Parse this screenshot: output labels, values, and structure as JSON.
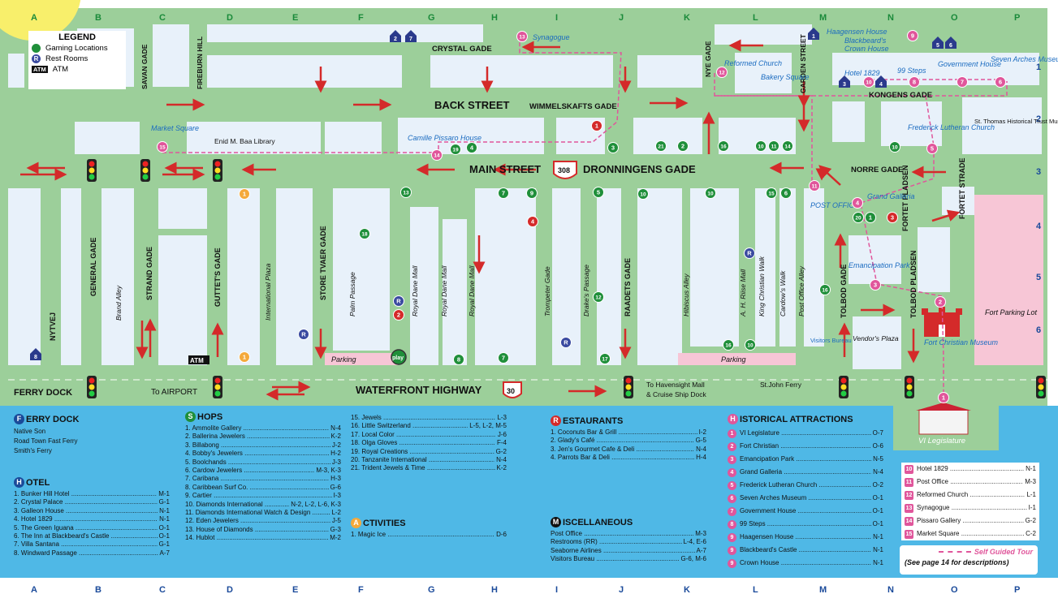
{
  "legend": {
    "title": "LEGEND",
    "items": [
      {
        "icon": "play",
        "label": "Gaming Locations"
      },
      {
        "icon": "R",
        "label": "Rest Rooms"
      },
      {
        "icon": "ATM",
        "label": "ATM"
      }
    ]
  },
  "grid": {
    "columns": [
      "A",
      "B",
      "C",
      "D",
      "E",
      "F",
      "G",
      "H",
      "I",
      "J",
      "K",
      "L",
      "M",
      "N",
      "O",
      "P"
    ],
    "rows": [
      "1",
      "2",
      "3",
      "4",
      "5",
      "6"
    ]
  },
  "streets": {
    "back_street": "BACK STREET",
    "wimmelskafts": "WIMMELSKAFTS GADE",
    "crystal": "CRYSTAL GADE",
    "main_street": "MAIN STREET",
    "dronningens": "DRONNINGENS GADE",
    "route_main": "308",
    "route_waterfront": "30",
    "waterfront": "WATERFRONT HIGHWAY",
    "norre": "NORRE GADE",
    "kongens": "KONGENS GADE",
    "savan": "SAVAN GADE",
    "fireburn": "FIREBURN HILL",
    "nye": "NYE GADE",
    "garden": "GARDEN STREET",
    "nytvej": "NYTVEJ",
    "general": "GENERAL GADE",
    "brand": "Brand Alley",
    "strand": "STRAND GADE",
    "gutters": "GUTTET'S GADE",
    "intl_plaza": "International Plaza",
    "store_tvaer": "STORE TVAER GADE",
    "palm": "Palm Passage",
    "royal_dane": "Royal Dane Mall",
    "trompeter": "Trompeter Gade",
    "drakes": "Drake's Passage",
    "raadets": "RAADETS GADE",
    "hibiscus": "Hibiscus Alley",
    "riise": "A. H. Riise Mall",
    "king_christian": "King Christian Walk",
    "cardows": "Cardow's Walk",
    "post_office_alley": "Post Office Alley",
    "tolbod": "TOLBOD GADE",
    "tolbod_pladsen": "TOLBOD PLADSEN",
    "fortet_pladsen": "FORTET PLADSEN",
    "fortet_strade": "FORTET STRADE"
  },
  "places": {
    "ferry_dock": "FERRY DOCK",
    "to_airport": "To AIRPORT",
    "havensight": "To Havensight Mall",
    "cruise_dock": "& Cruise Ship Dock",
    "st_john": "St.John Ferry",
    "parking": "Parking",
    "fort_parking": "Fort Parking Lot",
    "vendors_plaza": "Vendor's Plaza",
    "visitors_bureau": "Visitors Bureau",
    "atm": "ATM",
    "play": "play",
    "market_square": "Market Square",
    "enid_library": "Enid M. Baa Library",
    "pissarro": "Camille Pissaro House",
    "synagogue": "Synagogue",
    "reformed_church": "Reformed Church",
    "bakery_square": "Bakery Square",
    "haagensen": "Haagensen House",
    "blackbeard": "Blackbeard's",
    "crown": "Crown House",
    "hotel_1829": "Hotel 1829",
    "steps_99": "99 Steps",
    "government_house": "Government House",
    "seven_arches": "Seven Arches Museum",
    "frederick": "Frederick Lutheran Church",
    "st_thomas_trust": "St. Thomas Historical Trust Museum",
    "grand_galleria": "Grand Galleria",
    "post_office": "POST OFFICE",
    "emancipation": "Emancipation Park",
    "fort_christian": "Fort Christian Museum",
    "vi_legislature": "VI Legislature"
  },
  "ferry_dock_index": {
    "letter": "F",
    "rest": "ERRY DOCK",
    "items": [
      "Native Son",
      "Road Town Fast Ferry",
      "Smith's Ferry"
    ]
  },
  "hotel_index": {
    "letter": "H",
    "rest": "OTEL",
    "items": [
      {
        "name": "1.  Bunker Hill Hotel",
        "code": "M-1"
      },
      {
        "name": "2.  Crystal Palace",
        "code": "G-1"
      },
      {
        "name": "3.  Galleon House",
        "code": "N-1"
      },
      {
        "name": "4.  Hotel 1829",
        "code": "N-1"
      },
      {
        "name": "5.  The Green Iguana",
        "code": "O-1"
      },
      {
        "name": "6.  The Inn at Blackbeard's Castle",
        "code": "O-1"
      },
      {
        "name": "7.  Villa Santana",
        "code": "G-1"
      },
      {
        "name": "8.  Windward Passage",
        "code": "A-7"
      }
    ]
  },
  "shops_index": {
    "letter": "S",
    "rest": "HOPS",
    "items": [
      {
        "name": "1.  Ammolite Gallery",
        "code": "N-4"
      },
      {
        "name": "2.  Ballerina Jewelers",
        "code": "K-2"
      },
      {
        "name": "3.  Billabong",
        "code": "J-2"
      },
      {
        "name": "4.  Bobby's Jewelers",
        "code": "H-2"
      },
      {
        "name": "5.  Boolchands",
        "code": "J-3"
      },
      {
        "name": "6.  Cardow Jewelers",
        "code": "M-3, K-3"
      },
      {
        "name": "7.  Caribana",
        "code": "H-3"
      },
      {
        "name": "8.  Caribbean Surf Co.",
        "code": "G-6"
      },
      {
        "name": "9.  Cartier",
        "code": "I-3"
      },
      {
        "name": "10. Diamonds International",
        "code": "N-2, L-2, L-6, K-3"
      },
      {
        "name": "11. Diamonds International Watch & Design",
        "code": "L-2"
      },
      {
        "name": "12. Eden Jewelers",
        "code": "J-5"
      },
      {
        "name": "13. House of Diamonds",
        "code": "G-3"
      },
      {
        "name": "14. Hublot",
        "code": "M-2"
      }
    ]
  },
  "shops_index2": {
    "items": [
      {
        "name": "15. Jewels",
        "code": "L-3"
      },
      {
        "name": "16. Little Switzerland",
        "code": "L-5, L-2, M-5"
      },
      {
        "name": "17. Local Color",
        "code": "J-6"
      },
      {
        "name": "18. Olga Gloves",
        "code": "F-4"
      },
      {
        "name": "19. Royal Creations",
        "code": "G-2"
      },
      {
        "name": "20. Tanzanite International",
        "code": "N-4"
      },
      {
        "name": "21. Trident Jewels & Time",
        "code": "K-2"
      }
    ]
  },
  "activities_index": {
    "letter": "A",
    "rest": "CTIVITIES",
    "items": [
      {
        "name": "1.  Magic Ice",
        "code": "D-6"
      }
    ]
  },
  "restaurants_index": {
    "letter": "R",
    "rest": "ESTAURANTS",
    "items": [
      {
        "name": "1.  Coconuts Bar & Grill",
        "code": "I-2"
      },
      {
        "name": "2.  Glady's Café",
        "code": "G-5"
      },
      {
        "name": "3.  Jen's Gourmet Cafe & Deli",
        "code": "N-4"
      },
      {
        "name": "4.  Parrots Bar & Deli",
        "code": "H-4"
      }
    ]
  },
  "misc_index": {
    "letter": "M",
    "rest": "ISCELLANEOUS",
    "items": [
      {
        "name": "Post Office",
        "code": "M-3"
      },
      {
        "name": "Restrooms (RR)",
        "code": "L-4, E-6"
      },
      {
        "name": "Seaborne Airlines",
        "code": "A-7"
      },
      {
        "name": "Visitors Bureau",
        "code": "G-6, M-6"
      }
    ]
  },
  "historical_index": {
    "letter": "H",
    "rest": "ISTORICAL ATTRACTIONS",
    "items": [
      {
        "num": "1",
        "name": "VI Legislature",
        "code": "O-7"
      },
      {
        "num": "2",
        "name": "Fort Christian",
        "code": "O-6"
      },
      {
        "num": "3",
        "name": "Emancipation Park",
        "code": "N-5"
      },
      {
        "num": "4",
        "name": "Grand Galleria",
        "code": "N-4"
      },
      {
        "num": "5",
        "name": "Frederick Lutheran Church",
        "code": "O-2"
      },
      {
        "num": "6",
        "name": "Seven Arches Museum",
        "code": "O-1"
      },
      {
        "num": "7",
        "name": "Government House",
        "code": "O-1"
      },
      {
        "num": "8",
        "name": "99 Steps",
        "code": "O-1"
      },
      {
        "num": "9",
        "name": "Haagensen House",
        "code": "N-1"
      },
      {
        "num": "9",
        "name": "Blackbeard's Castle",
        "code": "N-1"
      },
      {
        "num": "9",
        "name": "Crown House",
        "code": "N-1"
      }
    ]
  },
  "historical_index2": {
    "items": [
      {
        "num": "10",
        "name": "Hotel 1829",
        "code": "N-1"
      },
      {
        "num": "11",
        "name": "Post Office",
        "code": "M-3"
      },
      {
        "num": "12",
        "name": "Reformed Church",
        "code": "L-1"
      },
      {
        "num": "13",
        "name": "Synagogue",
        "code": "I-1"
      },
      {
        "num": "14",
        "name": "Pissaro Gallery",
        "code": "G-2"
      },
      {
        "num": "15",
        "name": "Market Square",
        "code": "C-2"
      }
    ]
  },
  "tour": {
    "label": "Self Guided Tour",
    "note": "(See page 14 for descriptions)"
  },
  "colors": {
    "road": "#9ccf9a",
    "block": "#e8f1fa",
    "water": "#4fb8e6",
    "arrow": "#d42a2a",
    "tour": "#e0569b",
    "shop": "#1f8f3a",
    "restaurant": "#d42a2a",
    "activity": "#f4a93b",
    "hotel": "#2a3a8c",
    "parking": "#f7c6d6"
  }
}
